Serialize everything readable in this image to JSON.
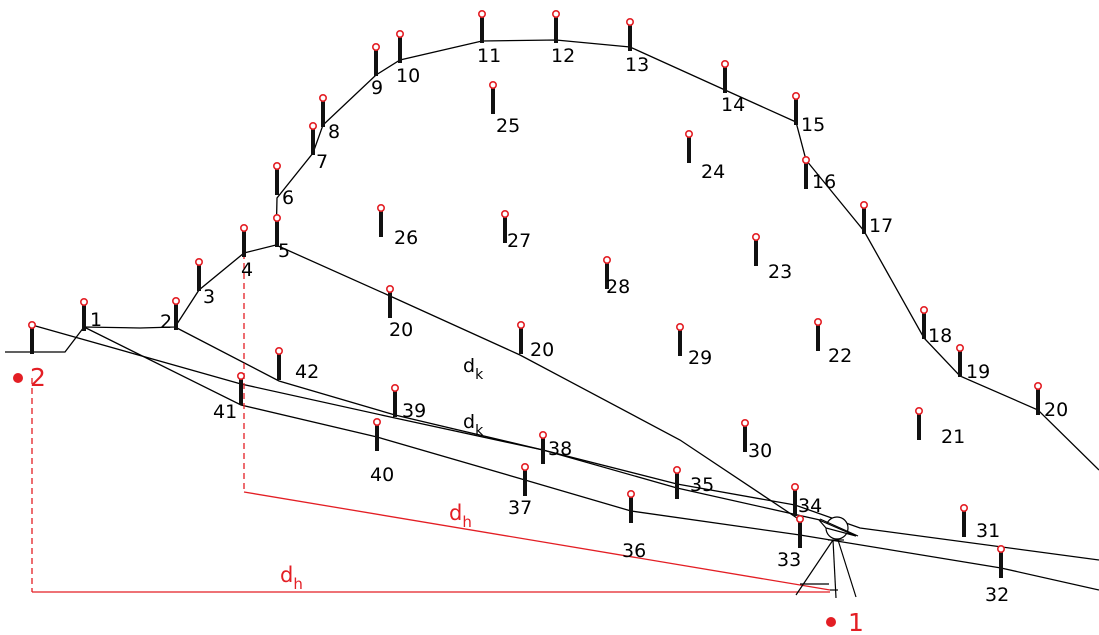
{
  "points": [
    "1",
    "2",
    "3",
    "4",
    "5",
    "6",
    "7",
    "8",
    "9",
    "10",
    "11",
    "12",
    "13",
    "14",
    "15",
    "16",
    "17",
    "18",
    "19",
    "20",
    "21",
    "22",
    "23",
    "24",
    "25",
    "26",
    "27",
    "28",
    "20",
    "29",
    "30",
    "31",
    "32",
    "33",
    "34",
    "35",
    "36",
    "37",
    "38",
    "39",
    "40",
    "41",
    "42",
    "20"
  ],
  "stations": [
    "1",
    "2"
  ],
  "measure_labels": {
    "dk": "d",
    "dk_sub": "k",
    "dh": "d",
    "dh_sub": "h"
  },
  "colors": {
    "line": "#000000",
    "measure": "#e31e24",
    "pole_tip": "#e31e24"
  },
  "icons": [
    "survey-pole-icon",
    "total-station-surveyor-icon",
    "station-marker-icon"
  ]
}
